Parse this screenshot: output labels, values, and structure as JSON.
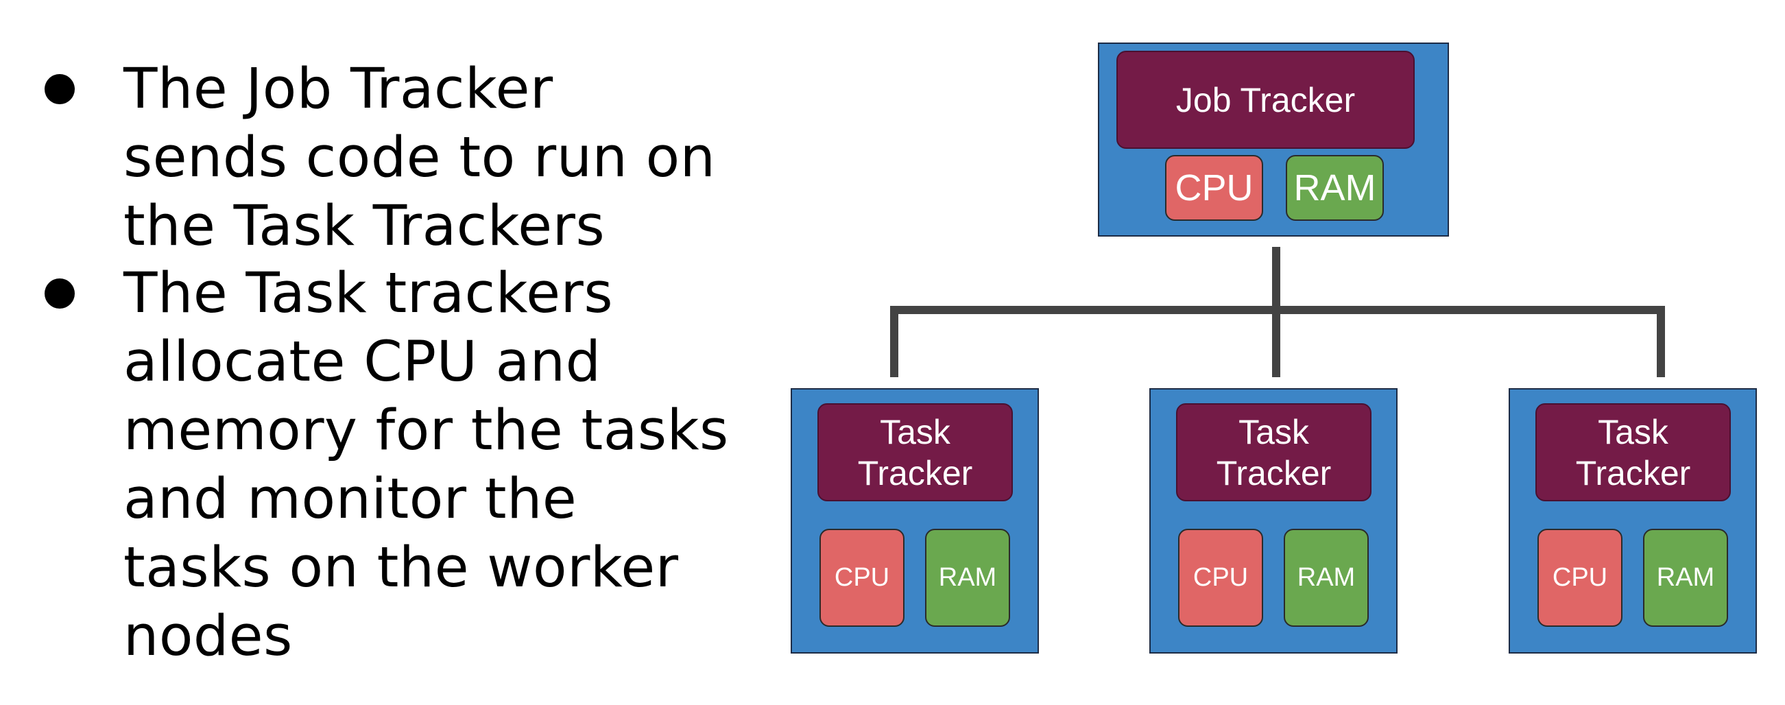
{
  "bullets": [
    {
      "lines": [
        "The Job Tracker",
        "sends code to run on",
        "the Task Trackers"
      ]
    },
    {
      "lines": [
        "The Task trackers",
        "allocate CPU and",
        "memory for the tasks",
        "and monitor the",
        "tasks on the worker",
        "nodes"
      ]
    }
  ],
  "job_tracker": {
    "label": "Job Tracker",
    "cpu": "CPU",
    "ram": "RAM"
  },
  "task_trackers": [
    {
      "label_line1": "Task",
      "label_line2": "Tracker",
      "cpu": "CPU",
      "ram": "RAM"
    },
    {
      "label_line1": "Task",
      "label_line2": "Tracker",
      "cpu": "CPU",
      "ram": "RAM"
    },
    {
      "label_line1": "Task",
      "label_line2": "Tracker",
      "cpu": "CPU",
      "ram": "RAM"
    }
  ],
  "colors": {
    "node_background": "#3d85c6",
    "tracker_label": "#741b47",
    "cpu": "#e06666",
    "ram": "#6aa84f",
    "connector": "#434343"
  }
}
